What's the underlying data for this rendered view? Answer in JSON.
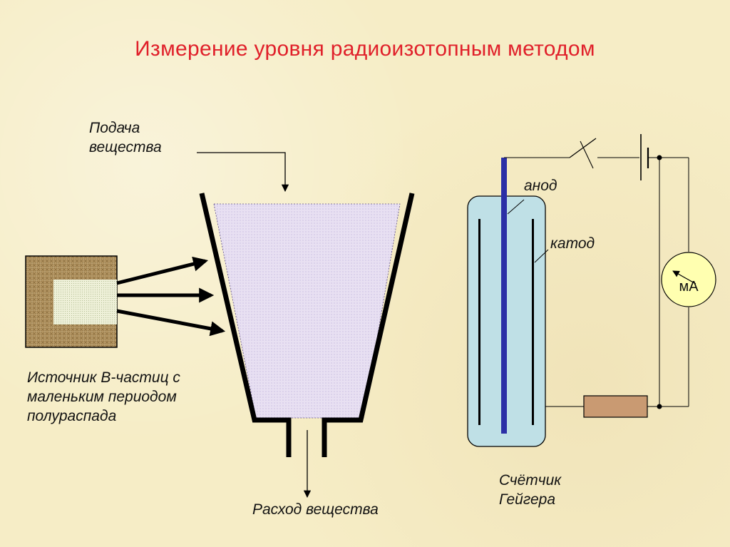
{
  "title": "Измерение уровня радиоизотопным методом",
  "labels": {
    "feed_line1": "Подача",
    "feed_line2": "вещества",
    "source_line1": "Источник  В-частиц с",
    "source_line2": "маленьким периодом",
    "source_line3": "полураспада",
    "outflow": "Расход вещества",
    "anode": "анод",
    "cathode": "катод",
    "counter_line1": "Счётчик",
    "counter_line2": "Гейгера",
    "meter": "мА"
  },
  "colors": {
    "title": "#e0202a",
    "liquid": "#e6dff0",
    "source_outer": "#b39461",
    "source_inner": "#e7ebcf",
    "tube": "#bfe0e6",
    "anode": "#2b2fa6",
    "meter": "#ffffb0",
    "resistor": "#c99a72"
  }
}
